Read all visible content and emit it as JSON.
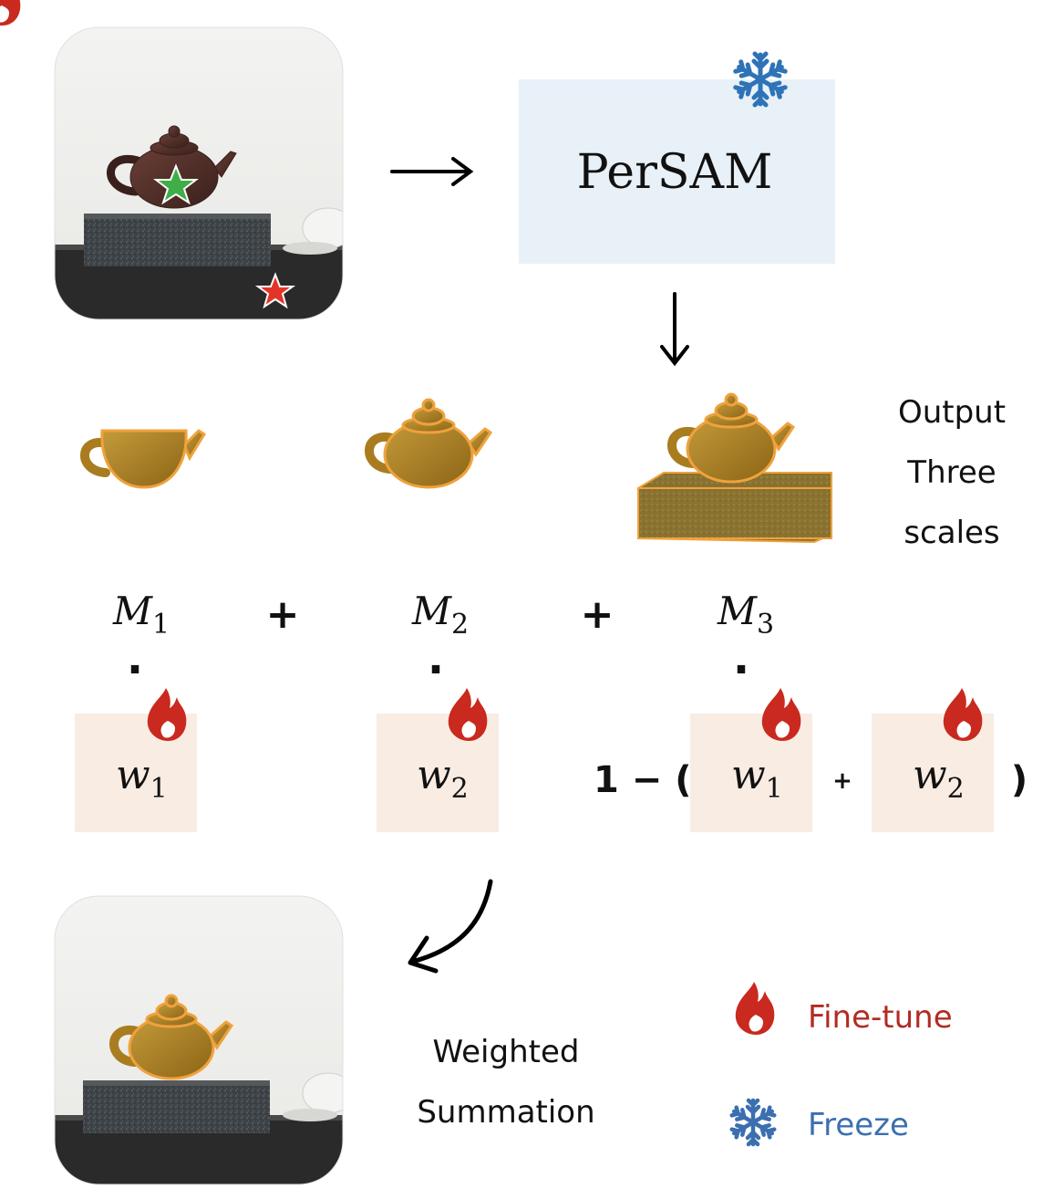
{
  "model": {
    "name": "PerSAM",
    "box_color": "#e8f1f8",
    "state_icon": "snowflake-icon"
  },
  "output_label": [
    "Output",
    "Three",
    "scales"
  ],
  "masks": [
    {
      "symbol": "M",
      "sub": "1"
    },
    {
      "symbol": "M",
      "sub": "2"
    },
    {
      "symbol": "M",
      "sub": "3"
    }
  ],
  "operators": {
    "plus": "+",
    "dot": "·",
    "one_minus": "1 − (",
    "close_paren": ")",
    "inner_plus": "+"
  },
  "weights": [
    {
      "symbol": "w",
      "sub": "1"
    },
    {
      "symbol": "w",
      "sub": "2"
    },
    {
      "symbol": "w",
      "sub": "1"
    },
    {
      "symbol": "w",
      "sub": "2"
    }
  ],
  "weight_box_color": "#f9ece3",
  "weighted_summation_label": [
    "Weighted",
    "Summation"
  ],
  "legend": {
    "finetune": {
      "label": "Fine-tune",
      "icon": "flame-icon",
      "color": "#b22b22"
    },
    "freeze": {
      "label": "Freeze",
      "icon": "snowflake-icon",
      "color": "#3b6fb0"
    }
  },
  "colors": {
    "mask": "#a97d1f",
    "mask_outline": "#f0a23c",
    "flame": "#c9291e",
    "snow": "#2f73b7"
  }
}
